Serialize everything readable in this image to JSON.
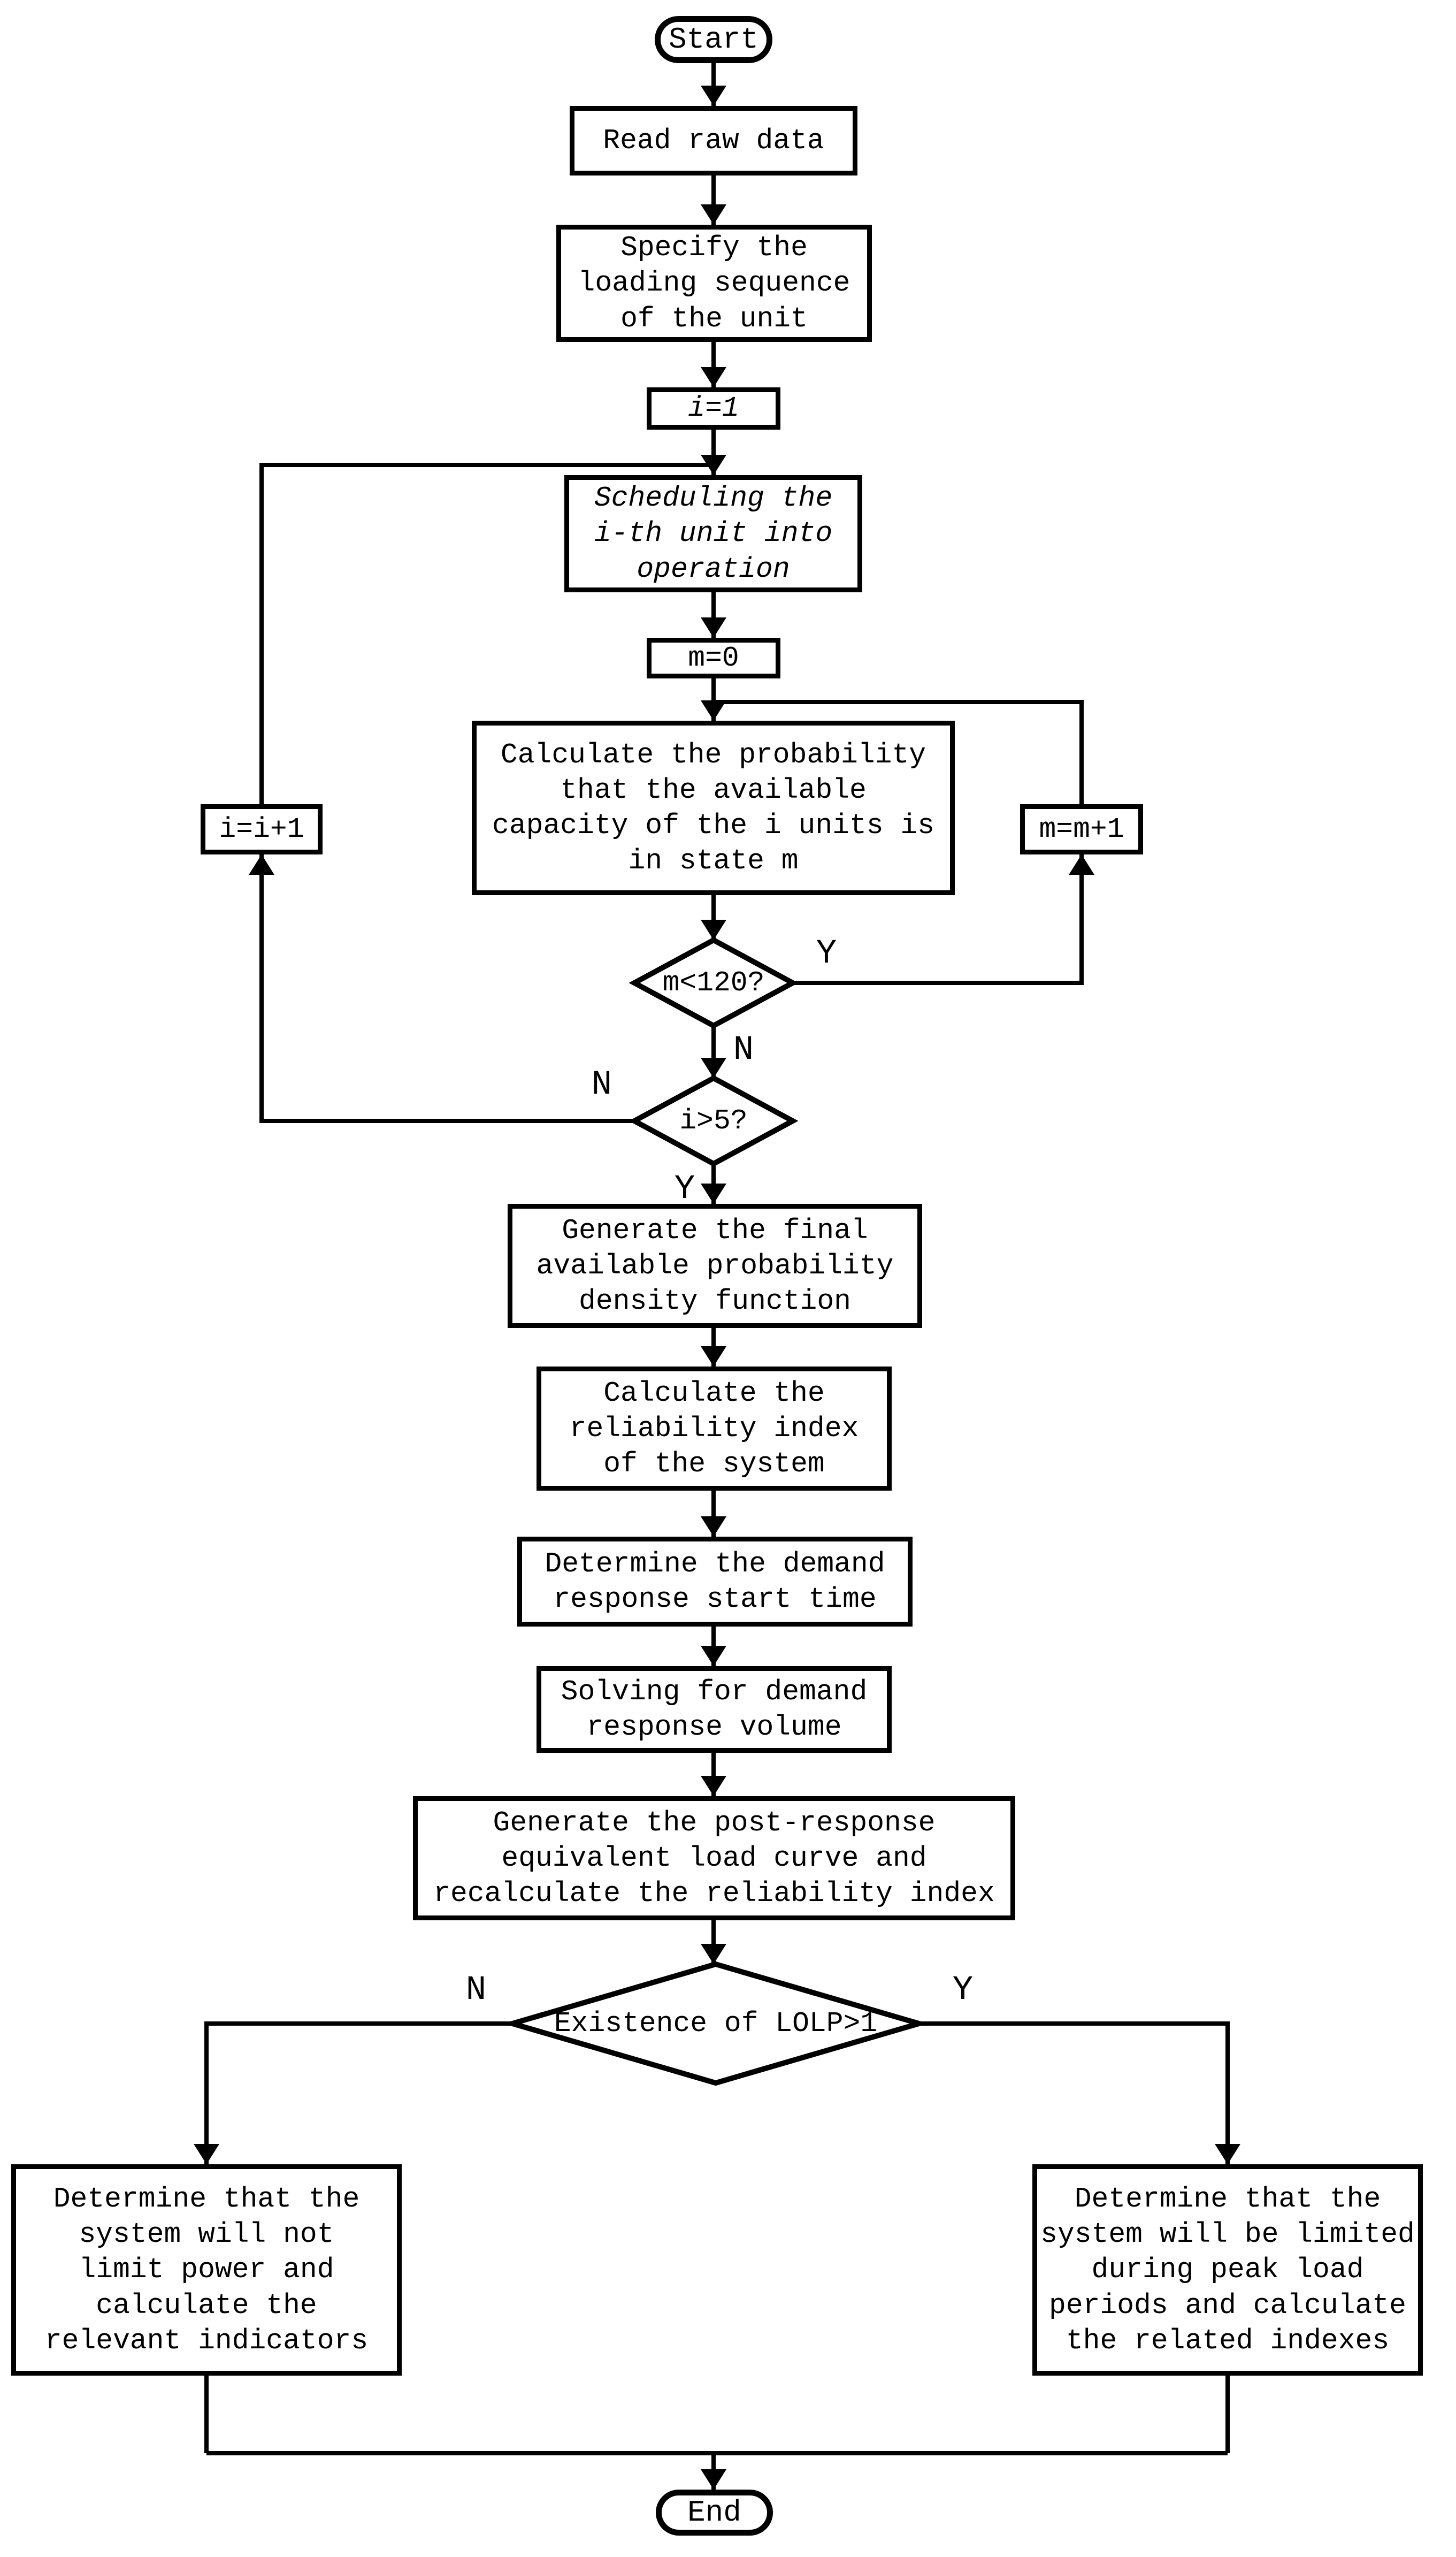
{
  "nodes": {
    "start": "Start",
    "read_raw": "Read raw data",
    "specify": "Specify the\nloading sequence\nof the unit",
    "init_i": "i=1",
    "scheduling": "Scheduling the\ni-th unit into\noperation",
    "init_m": "m=0",
    "calc_prob": "Calculate the probability\nthat the available\ncapacity of the i units is\nin state m",
    "inc_i": "i=i+1",
    "inc_m": "m=m+1",
    "dec_m": "m<120?",
    "dec_i": "i>5?",
    "gen_final": "Generate the final\navailable probability\ndensity function",
    "calc_rel": "Calculate the\nreliability index\nof the system",
    "det_start": "Determine the demand\nresponse start time",
    "solve_vol": "Solving for demand\nresponse volume",
    "gen_post": "Generate the post-response\nequivalent load curve and\nrecalculate the reliability index",
    "dec_lolp": "Existence of LOLP>1",
    "no_limit": "Determine that the\nsystem will not\nlimit power and\ncalculate the\nrelevant indicators",
    "limit": "Determine that the\nsystem will be limited\nduring peak load\nperiods and calculate\nthe related indexes",
    "end": "End"
  },
  "branch_labels": {
    "dec_m_yes": "Y",
    "dec_m_no": "N",
    "dec_i_yes": "Y",
    "dec_i_no": "N",
    "dec_lolp_yes": "Y",
    "dec_lolp_no": "N"
  },
  "colors": {
    "line": "#000000",
    "background": "#ffffff",
    "text": "#000000"
  }
}
